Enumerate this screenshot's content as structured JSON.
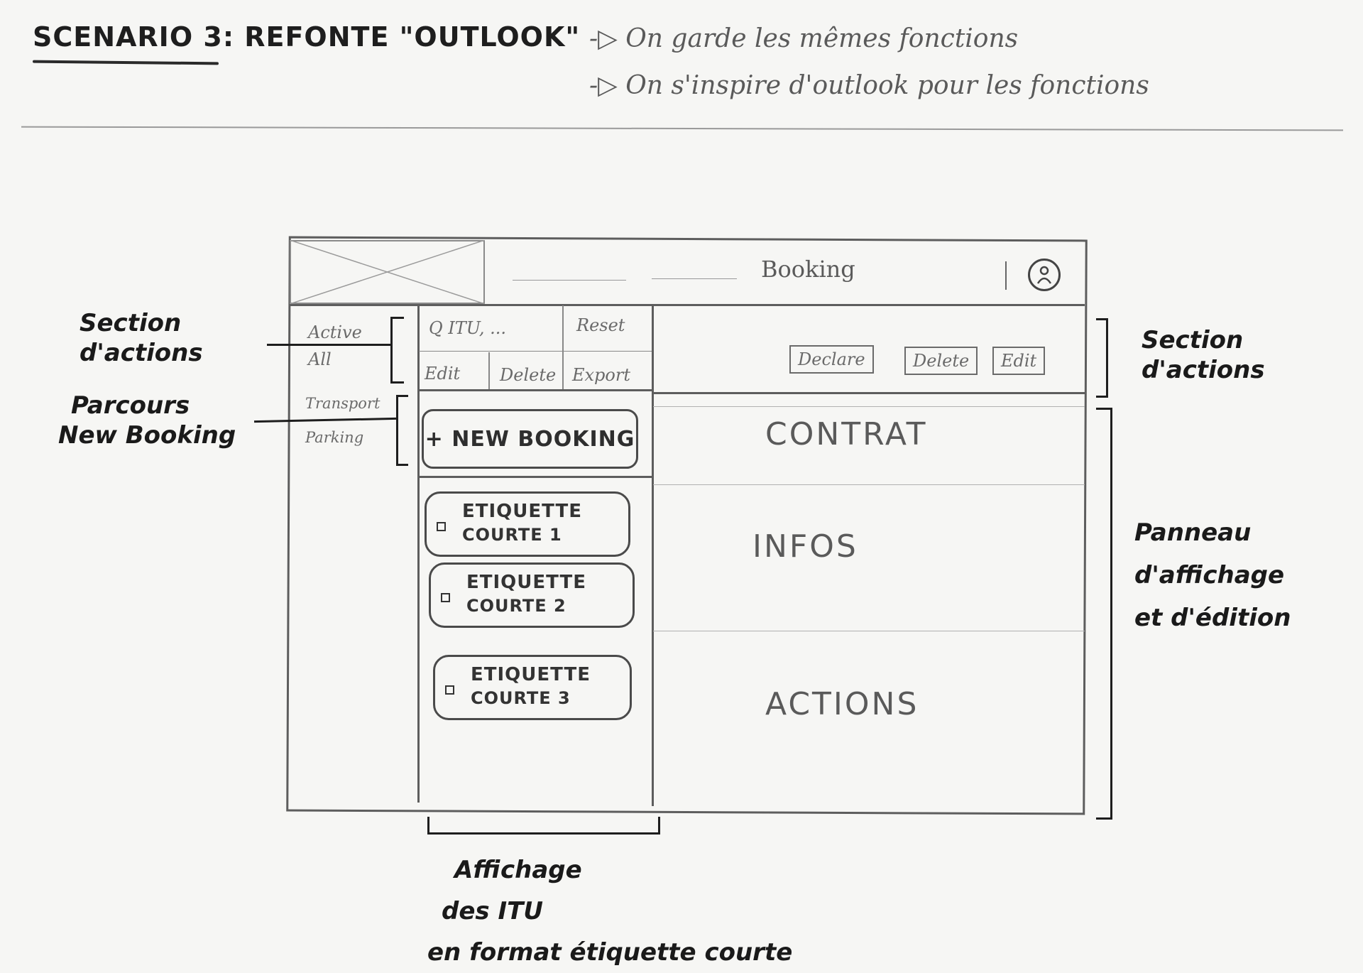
{
  "header": {
    "scenario": "SCENARIO 3",
    "title_rest": ": REFONTE \"OUTLOOK\"",
    "goal_1": "-▷ On garde les mêmes fonctions",
    "goal_2": "-▷ On s'inspire d'outlook pour les fonctions"
  },
  "wireframe": {
    "page_title": "Booking",
    "avatar_icon": "user-icon",
    "nav": {
      "top": [
        "Active",
        "All"
      ],
      "bottom": [
        "Transport",
        "Parking"
      ]
    },
    "list_toolbar": {
      "search_placeholder": "Q ITU, ...",
      "reset": "Reset",
      "edit": "Edit",
      "delete": "Delete",
      "export": "Export"
    },
    "detail_toolbar": {
      "declare": "Declare",
      "delete": "Delete",
      "edit": "Edit"
    },
    "new_booking": "+ NEW BOOKING",
    "itu_cards": [
      {
        "line1": "ETIQUETTE",
        "line2": "COURTE 1"
      },
      {
        "line1": "ETIQUETTE",
        "line2": "COURTE 2"
      },
      {
        "line1": "ETIQUETTE",
        "line2": "COURTE 3"
      }
    ],
    "panels": {
      "contrat": "CONTRAT",
      "infos": "INFOS",
      "actions": "ACTIONS"
    }
  },
  "annotations": {
    "left_actions": [
      "Section",
      "d'actions"
    ],
    "left_new_booking": [
      "Parcours",
      "New Booking"
    ],
    "right_actions": [
      "Section",
      "d'actions"
    ],
    "right_panel": [
      "Panneau",
      "d'affichage",
      "et d'édition"
    ],
    "bottom": [
      "Affichage",
      "des ITU",
      "en format étiquette courte"
    ]
  }
}
